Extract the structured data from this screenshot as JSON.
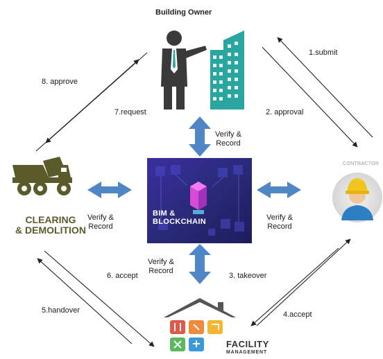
{
  "nodes": {
    "owner": "Building Owner",
    "contractor": "CONTRACTOR",
    "clearing_line1": "CLEARING",
    "clearing_line2": "& DEMOLITION",
    "bim_line1": "BIM &",
    "bim_line2": "BLOCKCHAIN",
    "facility_line1": "FACILITY",
    "facility_line2": "MANAGEMENT"
  },
  "steps": {
    "s1": "1.submit",
    "s2": "2. approval",
    "s3": "3. takeover",
    "s4": "4.accept",
    "s5": "5.handover",
    "s6": "6. accept",
    "s7": "7.request",
    "s8": "8. approve"
  },
  "verify": {
    "line1": "Verify &",
    "line2": "Record"
  },
  "colors": {
    "arrow_blue": "#4f86c6",
    "owner_building": "#2aa6a0",
    "owner_person": "#3a3a3a",
    "truck": "#5a5a2a",
    "bim_bg": "#2a2a8a",
    "roof": "#555555"
  }
}
